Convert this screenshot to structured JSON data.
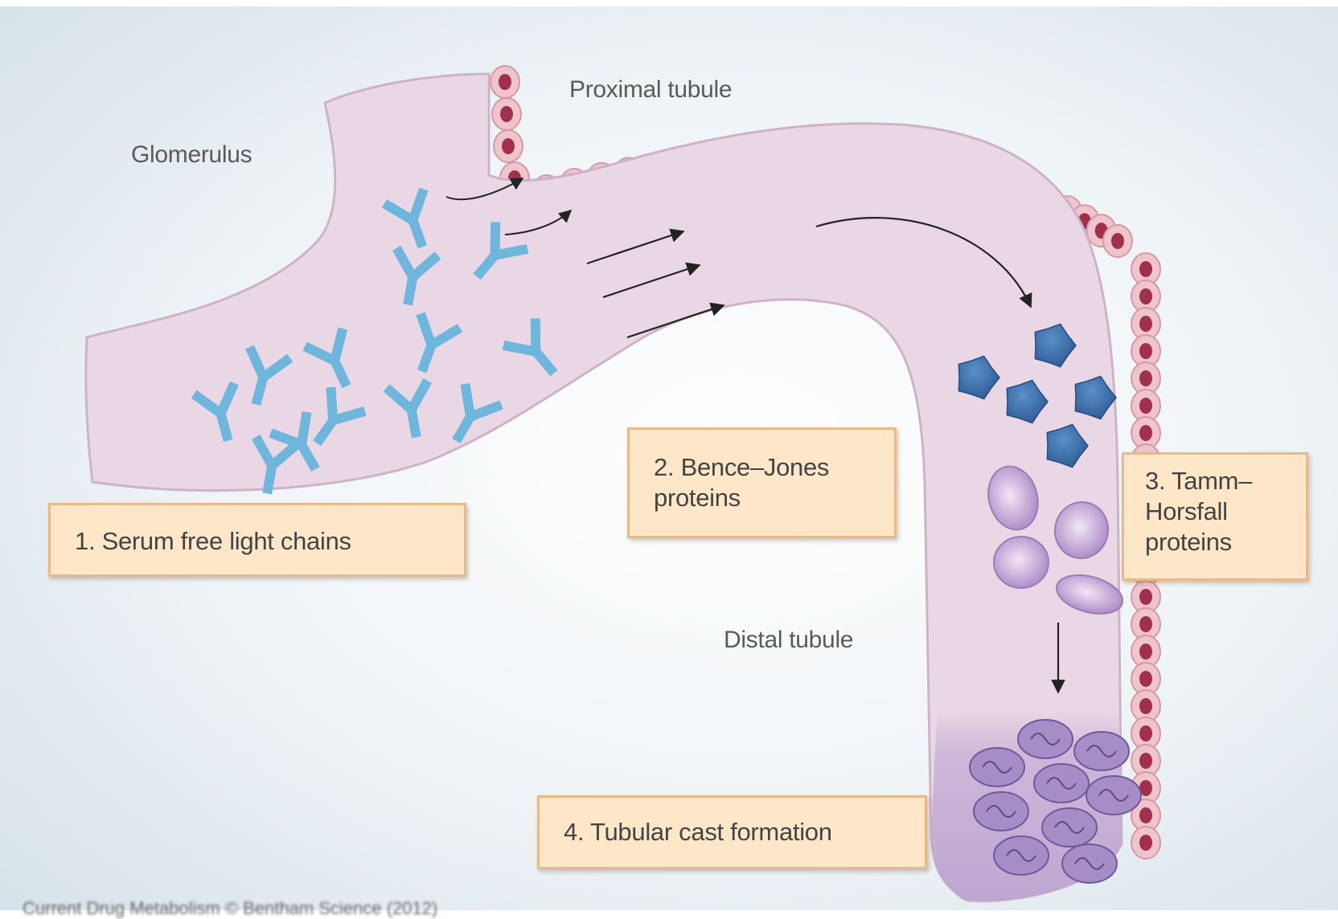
{
  "labels": {
    "glomerulus": "Glomerulus",
    "proximal_tubule": "Proximal tubule",
    "distal_tubule": "Distal tubule"
  },
  "steps": {
    "step1": "1. Serum free light chains",
    "step2_line1": "2. Bence–Jones",
    "step2_line2": "proteins",
    "step3_line1": "3. Tamm–",
    "step3_line2": "Horsfall",
    "step3_line3": "proteins",
    "step4": "4. Tubular cast formation"
  },
  "credit": "Current Drug Metabolism © Bentham Science (2012)",
  "colors": {
    "background": "#e2ebf1",
    "tubule": "#ead7e5",
    "tubule_edge": "#cdb3c8",
    "cell": "#f0c4cb",
    "nucleus": "#a0304b",
    "light_chain": "#6fb6dd",
    "bence_jones": "#3c6ea7",
    "tamm_horsfall": "#b48fca",
    "cast": "#8c76b4",
    "box_fill": "#fde7c8",
    "box_border": "#e9b98a"
  }
}
